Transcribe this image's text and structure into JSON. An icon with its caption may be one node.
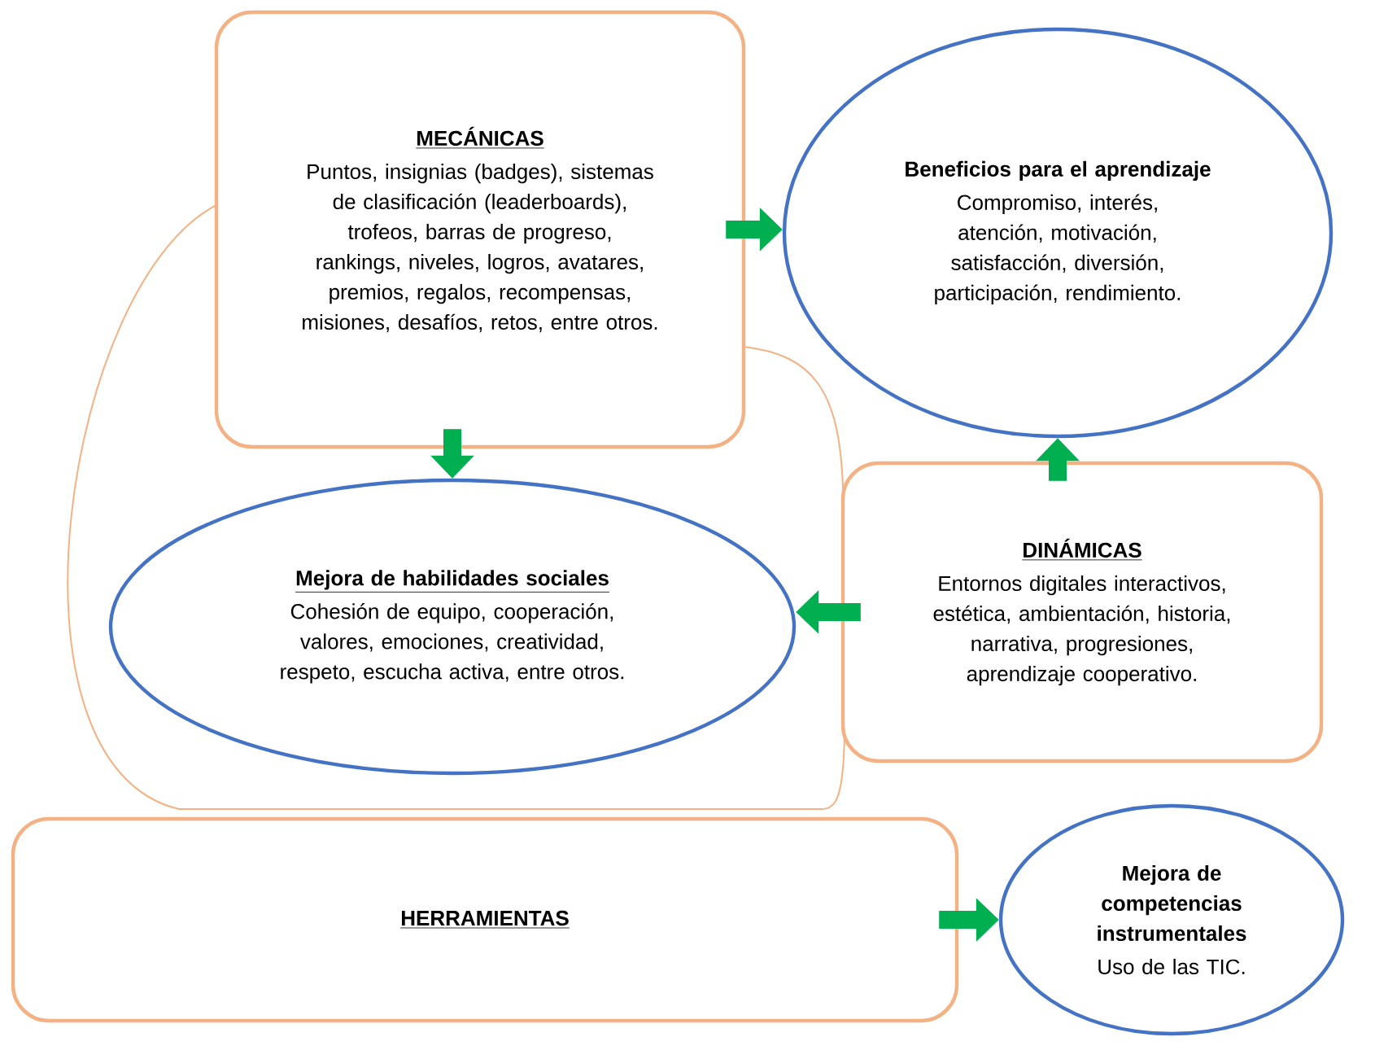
{
  "diagram": {
    "nodes": [
      {
        "text": [
          "MECÁNICAS",
          "Puntos, insignias (badges), sistemas de clasificación (leaderboards), trofeos, barras de progreso, rankings, niveles, logros, avatares, premios, regalos, recompensas, misiones, desafíos, retos, entre otros."
        ]
      },
      {
        "text": [
          "Beneficios para el aprendizaje",
          "Compromiso, interés, atención, motivación, satisfacción, diversión, participación, rendimiento."
        ]
      },
      {
        "text": [
          "Mejora de habilidades sociales",
          "Cohesión de equipo, cooperación, valores, emociones, creatividad, respeto, escucha activa, entre otros."
        ]
      },
      {
        "text": [
          "DINÁMICAS",
          "Entornos digitales interactivos, estética, ambientación, historia, narrativa, progresiones, aprendizaje cooperativo."
        ]
      },
      {
        "text": [
          "HERRAMIENTAS"
        ]
      },
      {
        "text": [
          "Mejora de competencias instrumentales",
          "Uso de las TIC."
        ]
      }
    ],
    "edges": [
      {
        "from": 0,
        "to": 1,
        "arrow": "to"
      },
      {
        "from": 0,
        "to": 2,
        "arrow": "to"
      },
      {
        "from": 3,
        "to": 1,
        "arrow": "to"
      },
      {
        "from": 3,
        "to": 2,
        "arrow": "to"
      },
      {
        "from": 4,
        "to": 5,
        "arrow": "to"
      }
    ]
  }
}
